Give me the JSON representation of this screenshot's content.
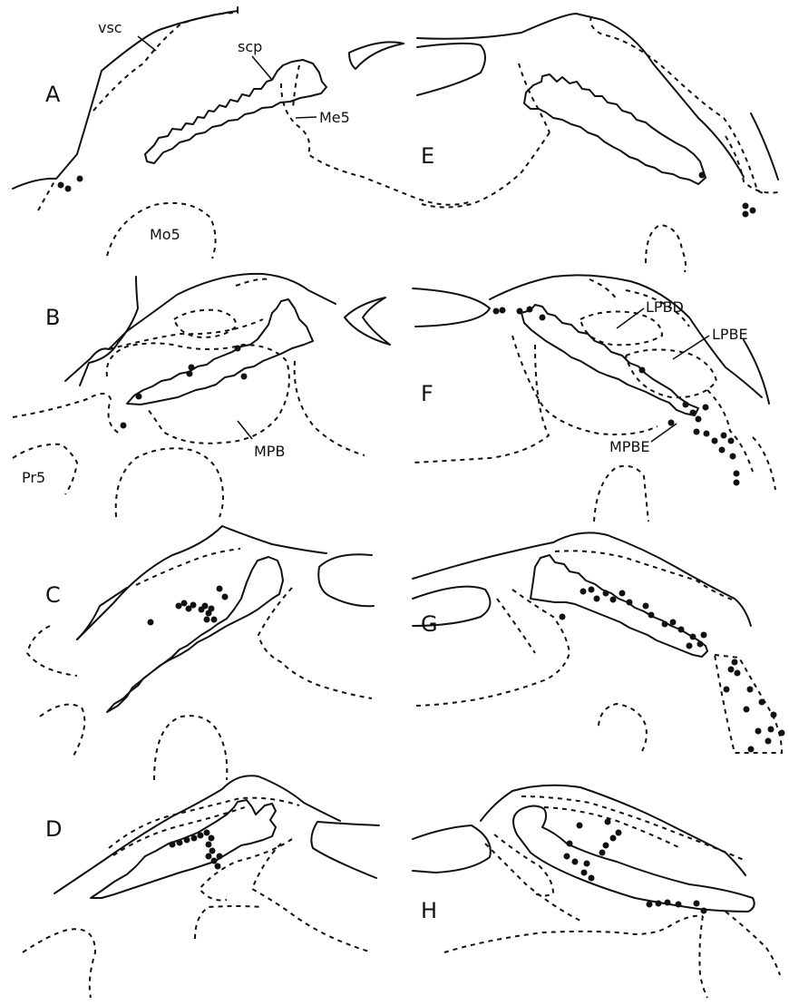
{
  "panels": {
    "A": "A",
    "B": "B",
    "C": "C",
    "D": "D",
    "E": "E",
    "F": "F",
    "G": "G",
    "H": "H"
  },
  "labels": {
    "vsc": "vsc",
    "scp": "scp",
    "me5": "Me5",
    "mo5": "Mo5",
    "mpb": "MPB",
    "pr5": "Pr5",
    "lpbd": "LPBD",
    "lpbe": "LPBE",
    "mpbe": "MPBE"
  },
  "colors": {
    "ink": "#111111",
    "background": "#ffffff"
  }
}
